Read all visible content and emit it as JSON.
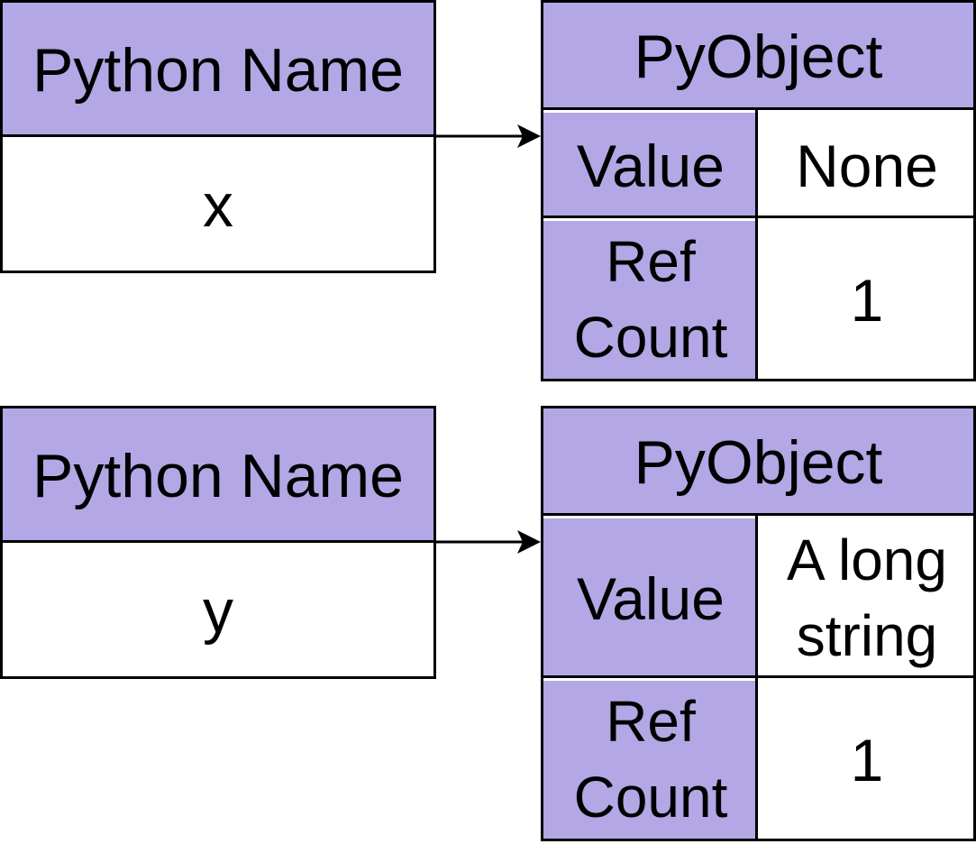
{
  "rows": [
    {
      "name_header": "Python Name",
      "name_value": "x",
      "object": {
        "header": "PyObject",
        "value_label": "Value",
        "value": "None",
        "refcount_label": "Ref Count",
        "refcount": "1"
      }
    },
    {
      "name_header": "Python Name",
      "name_value": "y",
      "object": {
        "header": "PyObject",
        "value_label": "Value",
        "value": "A long string",
        "refcount_label": "Ref Count",
        "refcount": "1"
      }
    }
  ],
  "colors": {
    "header_fill": "#b4a7e5",
    "cell_fill": "#ffffff",
    "stroke": "#000000"
  }
}
